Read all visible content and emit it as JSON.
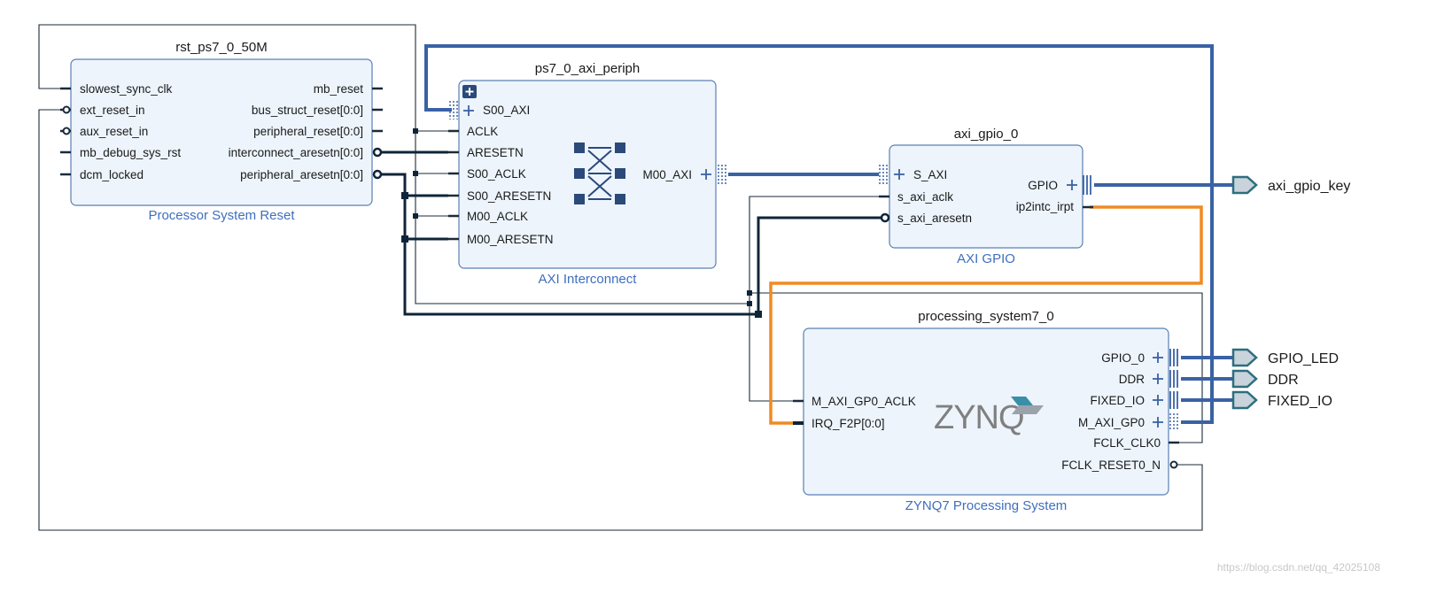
{
  "blocks": {
    "rst": {
      "instance": "rst_ps7_0_50M",
      "type": "Processor System Reset",
      "ports_left": [
        "slowest_sync_clk",
        "ext_reset_in",
        "aux_reset_in",
        "mb_debug_sys_rst",
        "dcm_locked"
      ],
      "ports_right": [
        "mb_reset",
        "bus_struct_reset[0:0]",
        "peripheral_reset[0:0]",
        "interconnect_aresetn[0:0]",
        "peripheral_aresetn[0:0]"
      ]
    },
    "axi_periph": {
      "instance": "ps7_0_axi_periph",
      "type": "AXI Interconnect",
      "ports_left": [
        "S00_AXI",
        "ACLK",
        "ARESETN",
        "S00_ACLK",
        "S00_ARESETN",
        "M00_ACLK",
        "M00_ARESETN"
      ],
      "ports_right": [
        "M00_AXI"
      ]
    },
    "gpio": {
      "instance": "axi_gpio_0",
      "type": "AXI GPIO",
      "ports_left": [
        "S_AXI",
        "s_axi_aclk",
        "s_axi_aresetn"
      ],
      "ports_right": [
        "GPIO",
        "ip2intc_irpt"
      ]
    },
    "ps": {
      "instance": "processing_system7_0",
      "type": "ZYNQ7 Processing System",
      "logo": "ZYNQ",
      "ports_left": [
        "M_AXI_GP0_ACLK",
        "IRQ_F2P[0:0]"
      ],
      "ports_right": [
        "GPIO_0",
        "DDR",
        "FIXED_IO",
        "M_AXI_GP0",
        "FCLK_CLK0",
        "FCLK_RESET0_N"
      ]
    }
  },
  "external_ports": [
    "axi_gpio_key",
    "GPIO_LED",
    "DDR",
    "FIXED_IO"
  ],
  "watermark": "https://blog.csdn.net/qq_42025108",
  "colors": {
    "block_fill": "#edf4fc",
    "block_border": "#5b7fb3",
    "bus": "#3a62a5",
    "interrupt": "#f08a24",
    "net": "#1a2a3a",
    "block_type_text": "#3f6fbe"
  },
  "icons": [
    "axi-crossbar-icon",
    "zynq-logo-icon",
    "expand-block-icon",
    "bus-plus-icon",
    "external-port-icon"
  ]
}
